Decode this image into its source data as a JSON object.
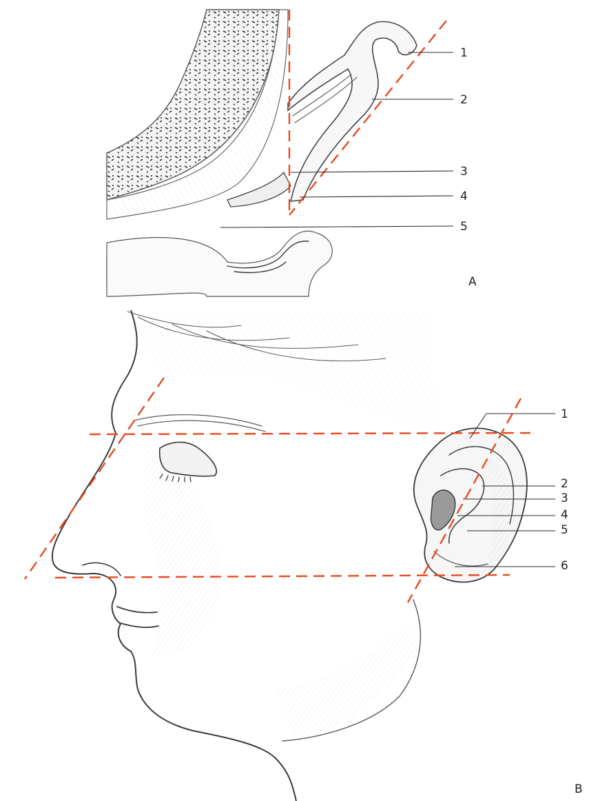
{
  "panel_a": {
    "letter": "A",
    "callouts": [
      {
        "label": "1"
      },
      {
        "label": "2"
      },
      {
        "label": "3"
      },
      {
        "label": "4"
      },
      {
        "label": "5"
      }
    ]
  },
  "panel_b": {
    "letter": "B",
    "callouts": [
      {
        "label": "1"
      },
      {
        "label": "2"
      },
      {
        "label": "3"
      },
      {
        "label": "4"
      },
      {
        "label": "5"
      },
      {
        "label": "6"
      }
    ]
  },
  "colors": {
    "guide_line": "#e8491d",
    "ink": "#3a3a3a",
    "background": "#ffffff"
  }
}
